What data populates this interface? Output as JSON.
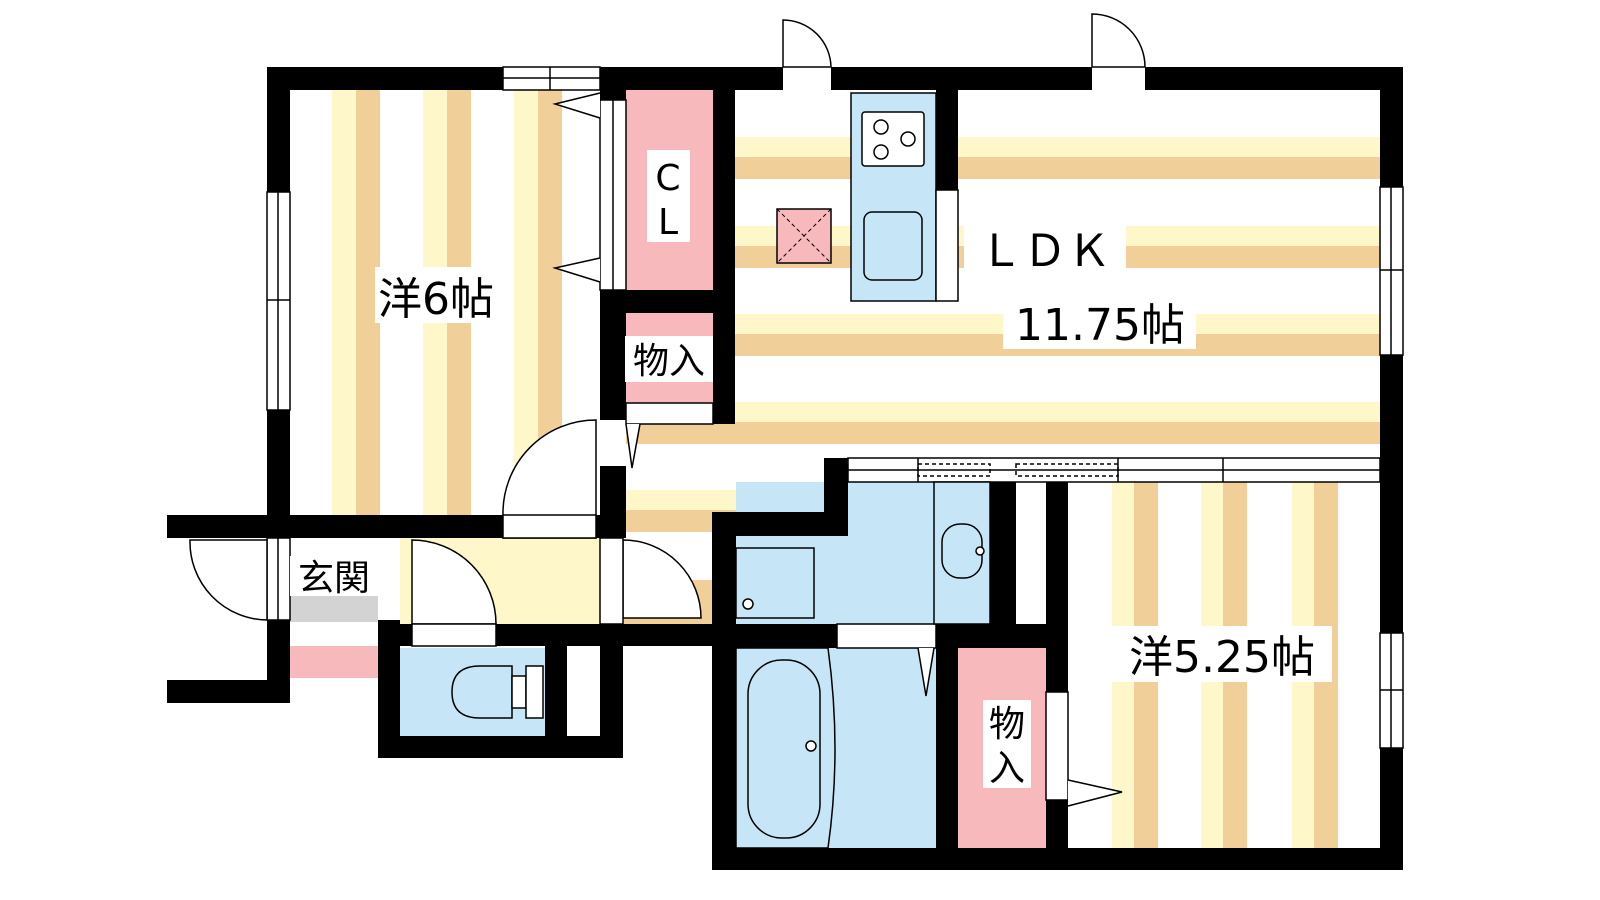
{
  "rooms": {
    "western_6": "洋6帖",
    "closet_letter_c": "C",
    "closet_letter_l": "L",
    "storage_mid": "物入",
    "ldk": "ＬＤＫ",
    "ldk_size": "11.75帖",
    "entrance": "玄関",
    "western_525": "洋5.25帖",
    "storage_right_1": "物",
    "storage_right_2": "入"
  },
  "colors": {
    "wall": "#000000",
    "floor_stripe_light": "#fdf7c9",
    "floor_stripe_dark": "#f1cf99",
    "closet": "#f7b9bb",
    "wet_area": "#c6e6f7",
    "entrance_tile": "#d3d3d3",
    "hall": "#fdf7c9"
  }
}
